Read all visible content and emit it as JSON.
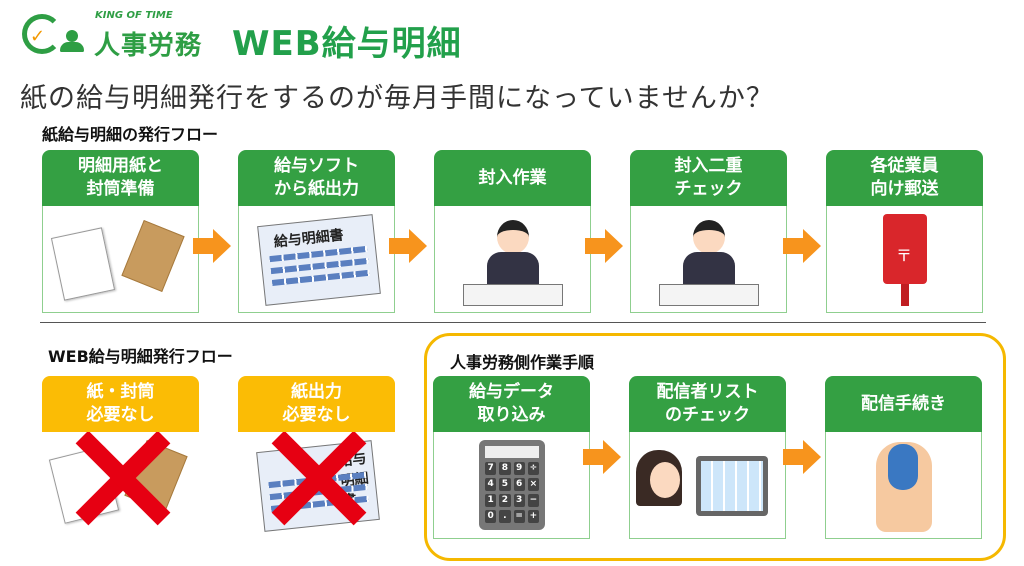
{
  "logo": {
    "brand": "KING OF TIME",
    "product": "人事労務"
  },
  "title": "WEB給与明細",
  "subtitle": "紙の給与明細発行をするのが毎月手間になっていませんか？",
  "paper_flow": {
    "label": "紙給与明細の発行フロー",
    "steps": [
      {
        "label": "明細用紙と\n封筒準備",
        "icon": "paper-envelope"
      },
      {
        "label": "給与ソフト\nから紙出力",
        "icon": "payslip-document",
        "doc_text": "給与明細書"
      },
      {
        "label": "封入作業",
        "icon": "person-at-desk"
      },
      {
        "label": "封入二重\nチェック",
        "icon": "person-at-desk"
      },
      {
        "label": "各従業員\n向け郵送",
        "icon": "postbox"
      }
    ]
  },
  "web_flow": {
    "label": "WEB給与明細発行フロー",
    "removed": [
      {
        "label": "紙・封筒\n必要なし",
        "icon": "paper-envelope-crossed"
      },
      {
        "label": "紙出力\n必要なし",
        "icon": "payslip-crossed",
        "doc_text": "給与明細書"
      }
    ],
    "hr_label": "人事労務側作業手順",
    "steps": [
      {
        "label": "給与データ\n取り込み",
        "icon": "calculator"
      },
      {
        "label": "配信者リスト\nのチェック",
        "icon": "person-checking-tablet"
      },
      {
        "label": "配信手続き",
        "icon": "mouse-click"
      }
    ],
    "calc_keys": [
      "7",
      "8",
      "9",
      "÷",
      "4",
      "5",
      "6",
      "×",
      "1",
      "2",
      "3",
      "−",
      "0",
      ".",
      "=",
      "+"
    ]
  },
  "colors": {
    "green": "#34a043",
    "yellow": "#fbbc05",
    "orange": "#f7941d",
    "red": "#e60012"
  }
}
